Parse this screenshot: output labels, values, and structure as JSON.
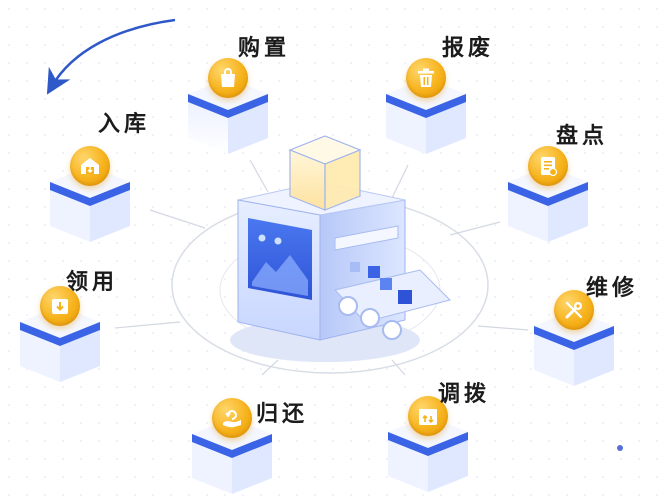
{
  "diagram": {
    "center": "asset-management-machine",
    "nodes": [
      {
        "id": "purchase",
        "label": "购置",
        "icon": "shopping-bag-icon"
      },
      {
        "id": "scrap",
        "label": "报废",
        "icon": "trash-icon"
      },
      {
        "id": "inbound",
        "label": "入库",
        "icon": "warehouse-icon"
      },
      {
        "id": "inventory",
        "label": "盘点",
        "icon": "checklist-icon"
      },
      {
        "id": "requisition",
        "label": "领用",
        "icon": "inbox-down-icon"
      },
      {
        "id": "repair",
        "label": "维修",
        "icon": "tools-icon"
      },
      {
        "id": "return",
        "label": "归还",
        "icon": "hand-return-icon"
      },
      {
        "id": "transfer",
        "label": "调拨",
        "icon": "transfer-box-icon"
      }
    ],
    "colors": {
      "accent_blue": "#3a63e6",
      "light_blue": "#dbe5ff",
      "icon_gold": "#f6b21b",
      "arrow": "#2f58c9"
    }
  }
}
